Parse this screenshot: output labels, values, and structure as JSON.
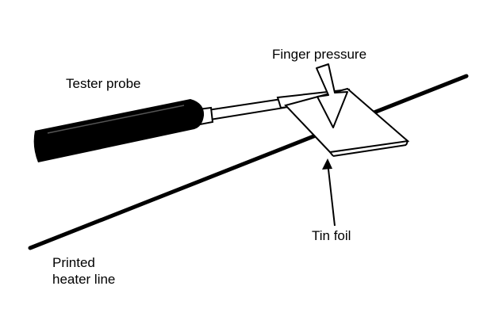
{
  "labels": {
    "tester_probe": "Tester probe",
    "finger_pressure": "Finger pressure",
    "tin_foil": "Tin foil",
    "printed_heater_line_1": "Printed",
    "printed_heater_line_2": "heater line"
  },
  "colors": {
    "ink": "#000000",
    "background": "#ffffff"
  }
}
